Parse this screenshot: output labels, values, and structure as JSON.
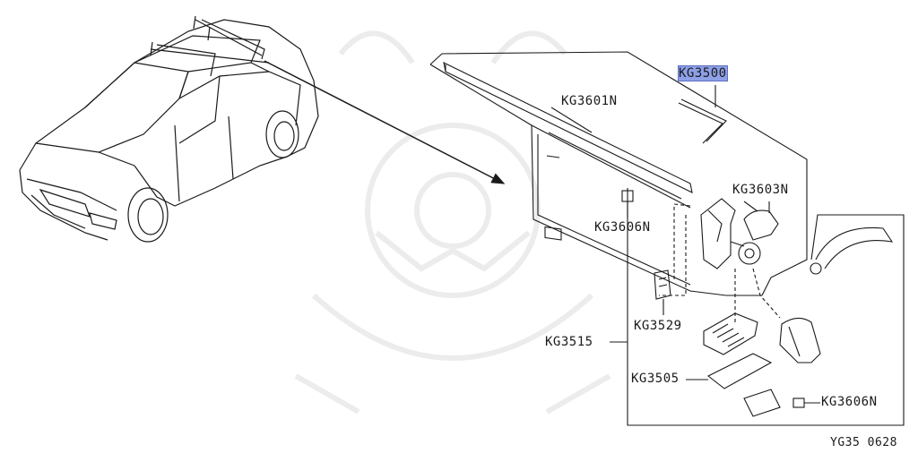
{
  "diagram": {
    "labels": [
      {
        "id": "KG3500",
        "text": "KG3500",
        "highlighted": true
      },
      {
        "id": "KG3601N",
        "text": "KG3601N",
        "highlighted": false
      },
      {
        "id": "KG3603N",
        "text": "KG3603N",
        "highlighted": false
      },
      {
        "id": "KG3606N_a",
        "text": "KG3606N",
        "highlighted": false
      },
      {
        "id": "KG3529",
        "text": "KG3529",
        "highlighted": false
      },
      {
        "id": "KG3515",
        "text": "KG3515",
        "highlighted": false
      },
      {
        "id": "KG3505",
        "text": "KG3505",
        "highlighted": false
      },
      {
        "id": "KG3606N_b",
        "text": "KG3606N",
        "highlighted": false
      }
    ],
    "figure_code": "YG35 0628",
    "colors": {
      "line": "#1a1a1a",
      "highlight": "#8ea0e8",
      "watermark": "#ededed"
    }
  }
}
